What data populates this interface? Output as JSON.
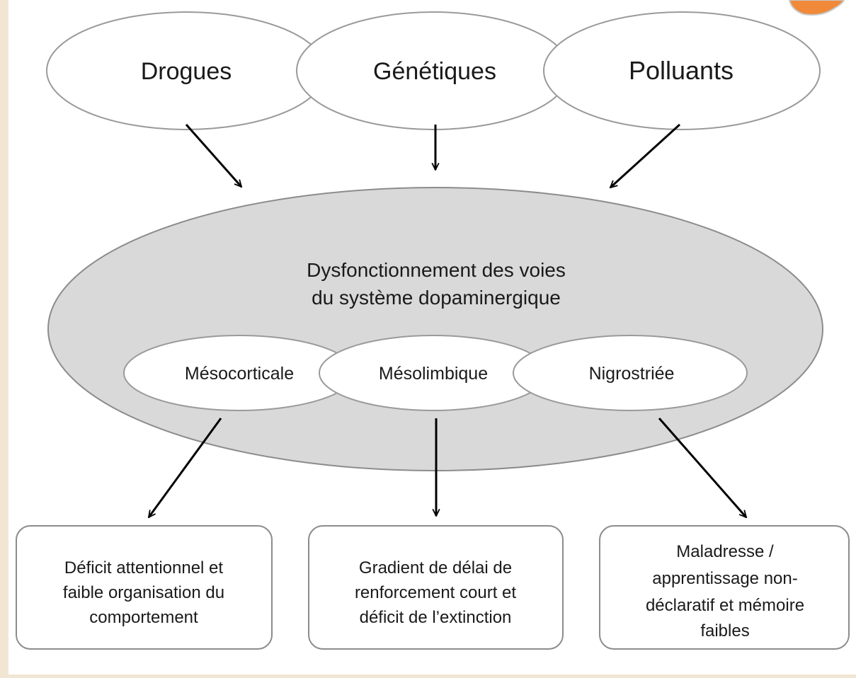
{
  "causes": [
    {
      "label": "Drogues"
    },
    {
      "label": "Génétiques"
    },
    {
      "label": "Polluants"
    }
  ],
  "central": {
    "line1": "Dysfonctionnement des voies",
    "line2": "du système dopaminergique"
  },
  "pathways": [
    {
      "label": "Mésocorticale"
    },
    {
      "label": "Mésolimbique"
    },
    {
      "label": "Nigrostriée"
    }
  ],
  "outcomes": [
    {
      "lines": [
        "Déficit attentionnel et",
        "faible organisation du",
        "comportement"
      ]
    },
    {
      "lines": [
        "Gradient de délai de",
        "renforcement court et",
        "déficit de l’extinction"
      ]
    },
    {
      "lines": [
        "Maladresse /",
        "apprentissage non-",
        "déclaratif et mémoire",
        "faibles"
      ]
    }
  ]
}
